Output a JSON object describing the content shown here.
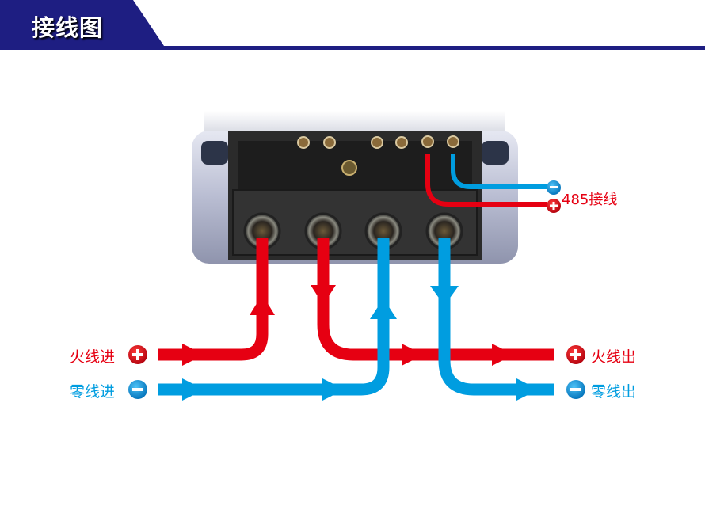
{
  "header": {
    "title": "接线图",
    "accent_color": "#1e1e82"
  },
  "colors": {
    "live": "#e60012",
    "neutral": "#009de0"
  },
  "device": {
    "name": "electric-meter-terminal-block",
    "terminal_count": 4,
    "signal_terminal_count": 6
  },
  "labels": {
    "live_in": "火线进",
    "neutral_in": "零线进",
    "live_out": "火线出",
    "neutral_out": "零线出",
    "rs485": "485接线"
  },
  "badges": {
    "plus": "+",
    "minus": "−"
  }
}
